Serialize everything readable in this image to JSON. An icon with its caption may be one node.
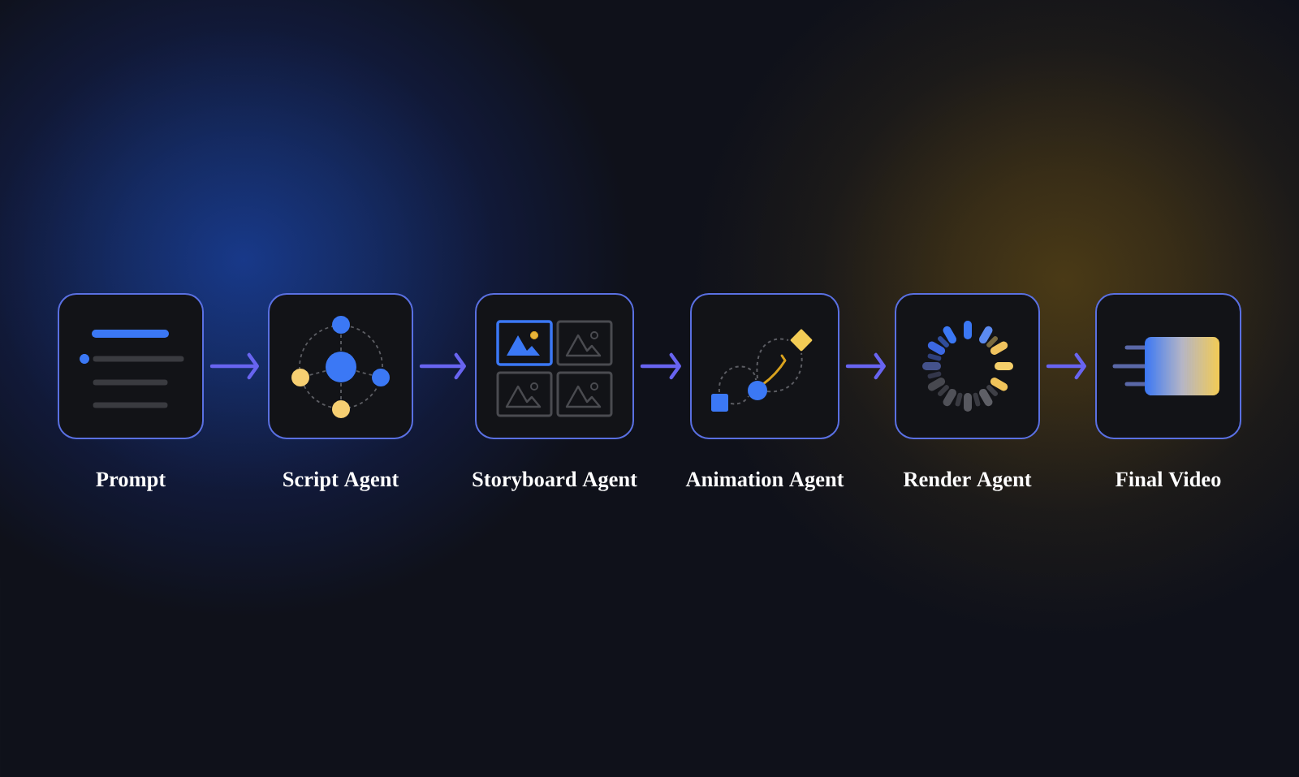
{
  "diagram": {
    "nodes": [
      {
        "text": [
          "Prompt"
        ]
      },
      {
        "text": [
          "Script Agent"
        ]
      },
      {
        "text": [
          "Storyboard Agent"
        ]
      },
      {
        "text": [
          "Animation Agent"
        ]
      },
      {
        "text": [
          "Render Agent"
        ]
      },
      {
        "text": [
          "Final Video"
        ]
      }
    ],
    "edges": [
      {
        "from": 0,
        "to": 1,
        "arrow": "to"
      },
      {
        "from": 1,
        "to": 2,
        "arrow": "to"
      },
      {
        "from": 2,
        "to": 3,
        "arrow": "to"
      },
      {
        "from": 3,
        "to": 4,
        "arrow": "to"
      },
      {
        "from": 4,
        "to": 5,
        "arrow": "to"
      }
    ]
  }
}
